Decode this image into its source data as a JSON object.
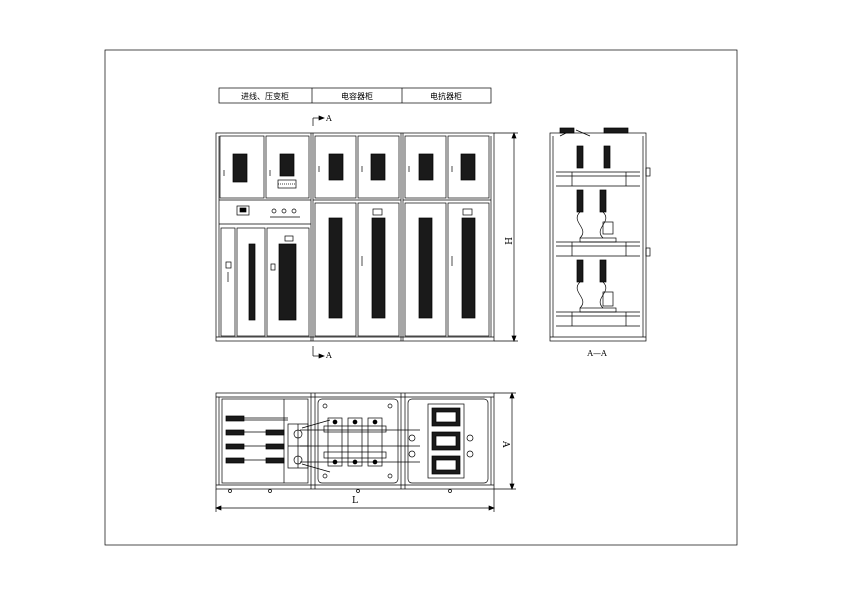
{
  "header_labels": [
    "进线、压变柜",
    "电容器柜",
    "电抗器柜"
  ],
  "section_mark_top": "A",
  "section_mark_bottom": "A",
  "section_view_label": "A—A",
  "dimension_height": "H",
  "dimension_depth": "A",
  "dimension_length": "L"
}
